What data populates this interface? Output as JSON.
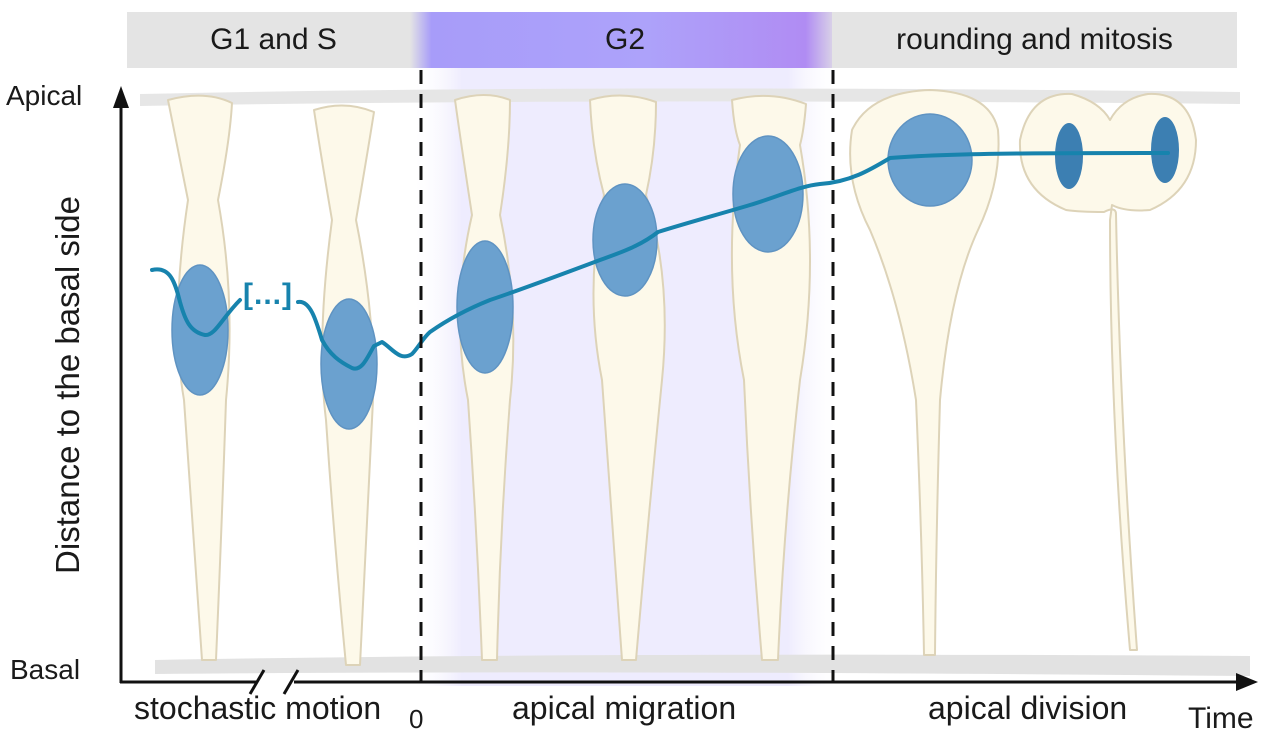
{
  "phases": {
    "g1s": "G1 and S",
    "g2": "G2",
    "mitosis": "rounding and mitosis"
  },
  "axis": {
    "y_label": "Distance to the basal side",
    "apical": "Apical",
    "basal": "Basal",
    "x_label": "Time",
    "zero": "0"
  },
  "bottom_labels": {
    "stochastic": "stochastic motion",
    "migration": "apical migration",
    "division": "apical division"
  },
  "gap_marker": "[...]",
  "colors": {
    "phase_band_gray": "#e4e4e4",
    "g2_band": "#a79cf9",
    "g2_background": "#eeebfd",
    "cell_fill": "#fdf9ea",
    "cell_outline": "#ddd3b8",
    "nucleus": "#6ba1cf",
    "nucleus_dark": "#3c7fb2",
    "trajectory": "#1783ad",
    "axis": "#111111"
  }
}
